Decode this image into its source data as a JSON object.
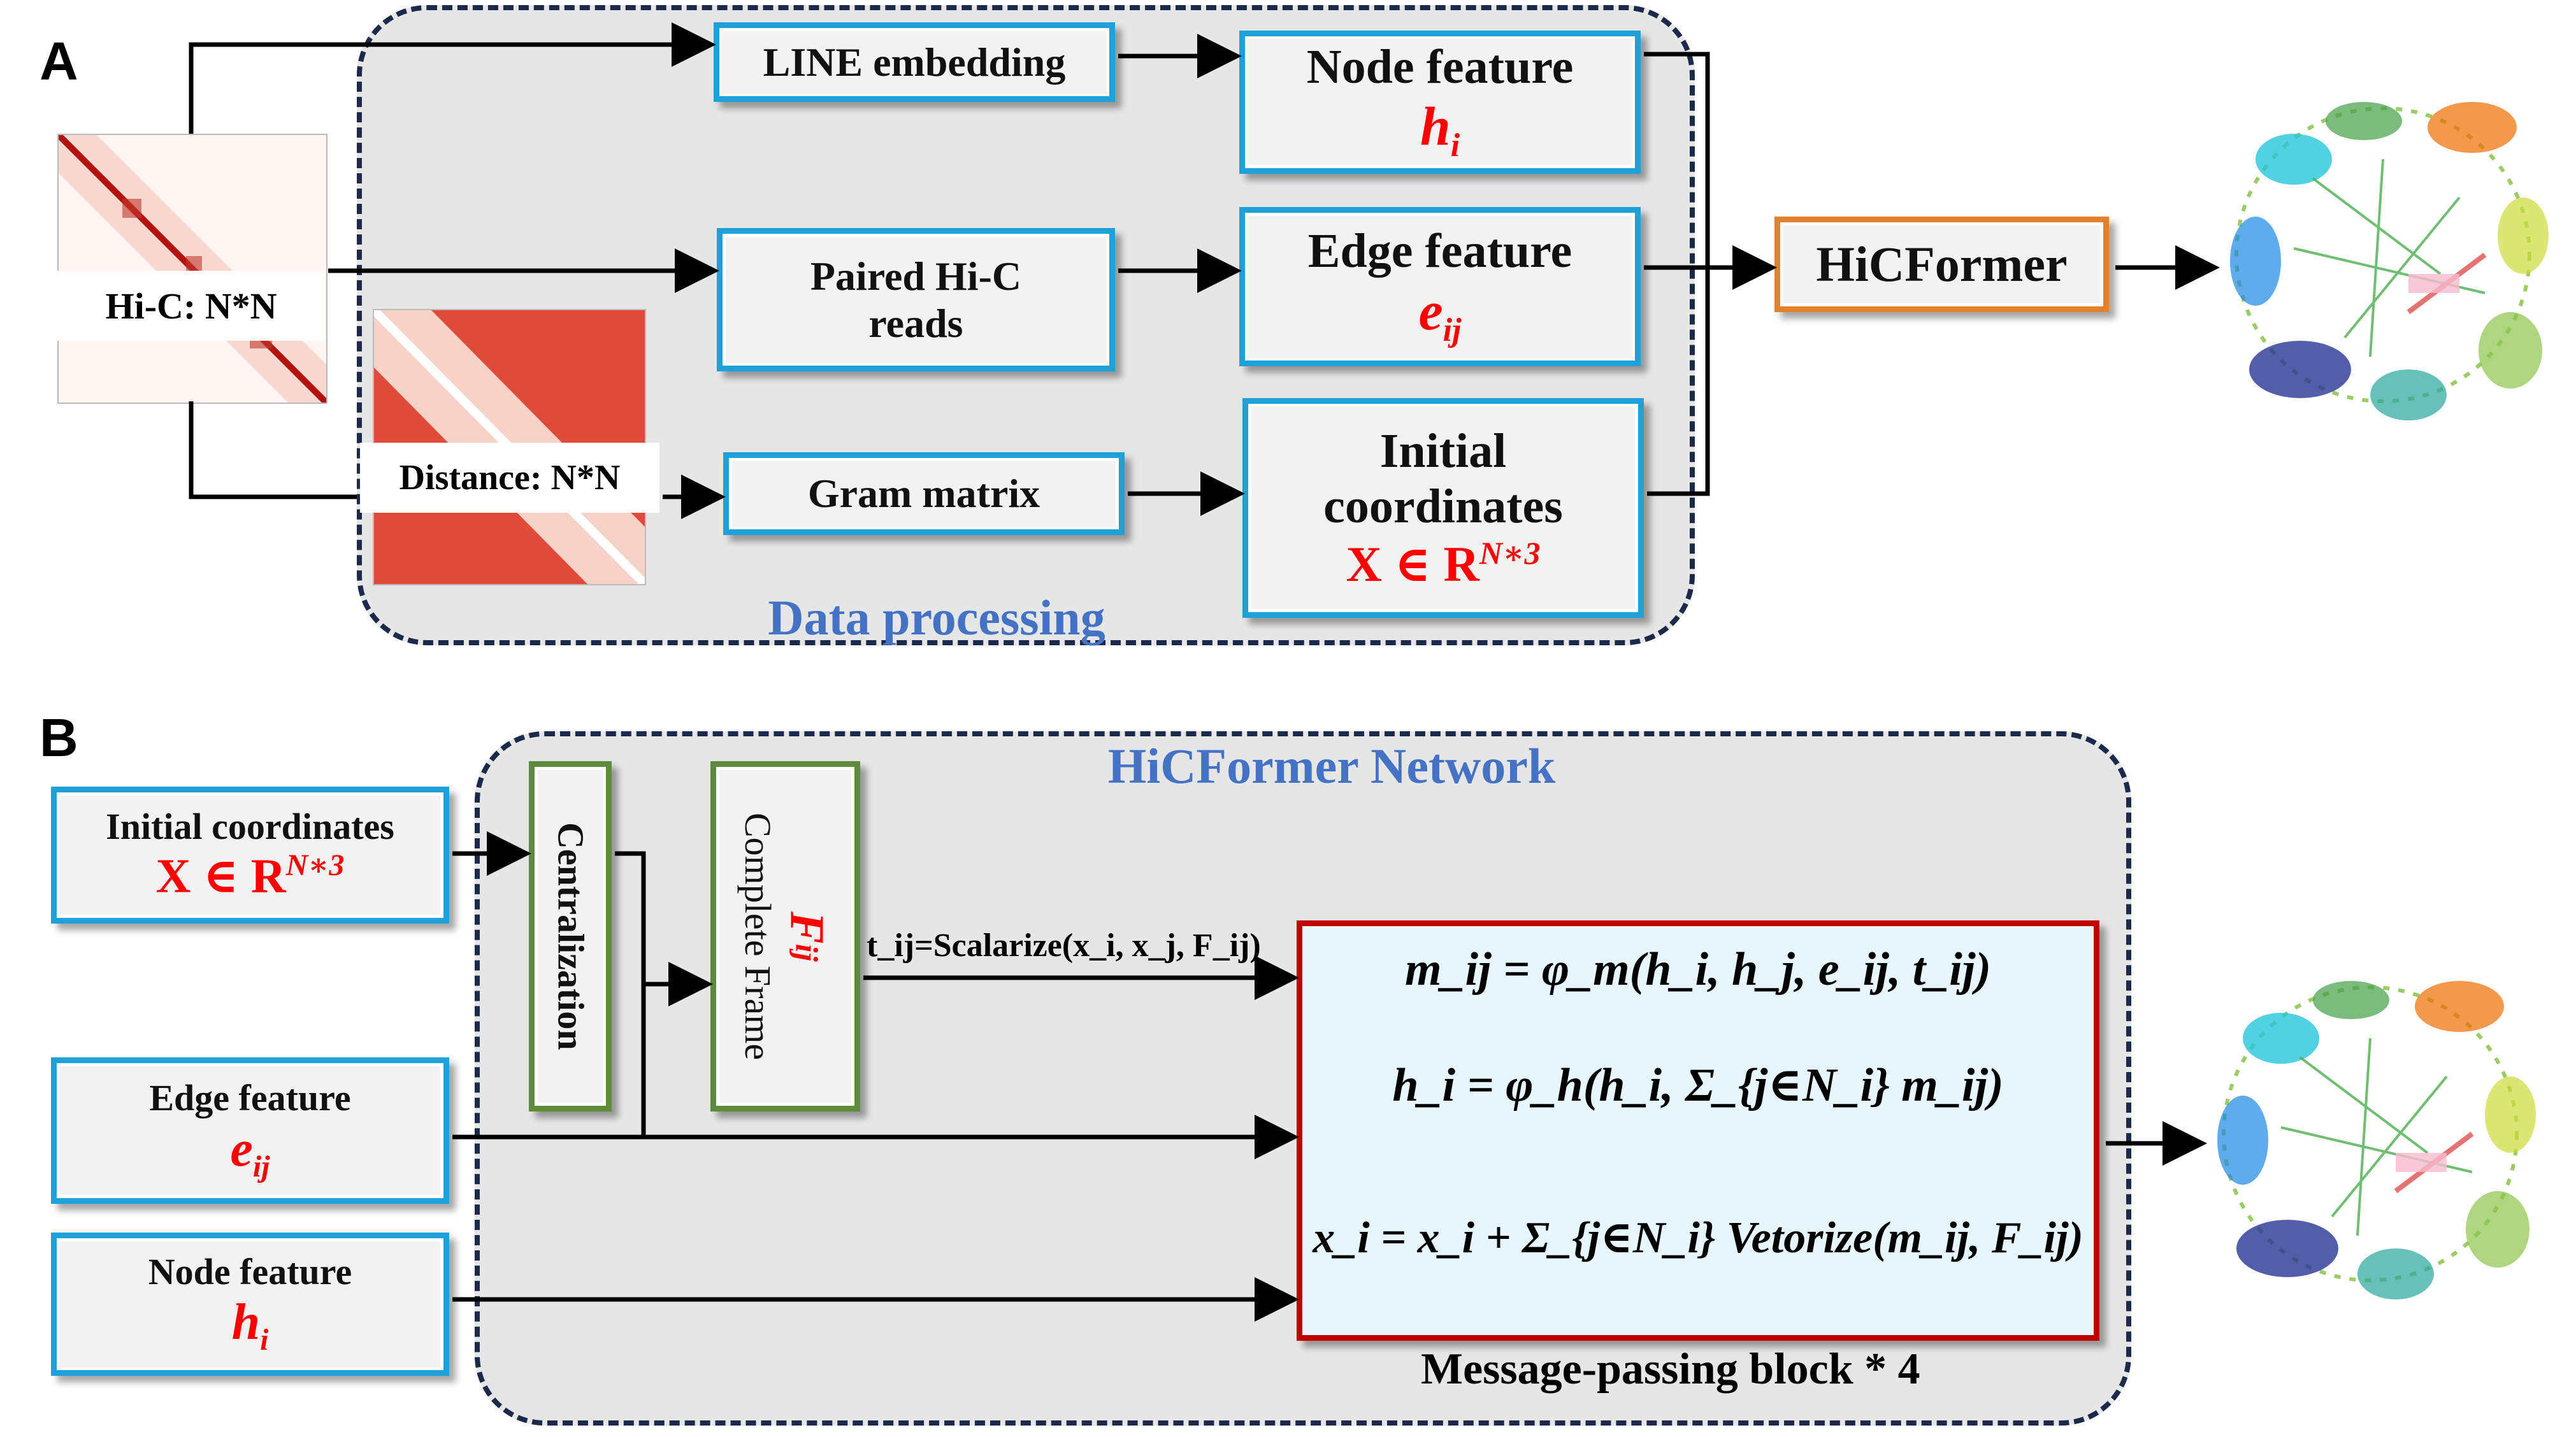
{
  "panels": {
    "a": "A",
    "b": "B"
  },
  "panel_a": {
    "region_label": "Data processing",
    "hic_label": "Hi-C: N*N",
    "distance_label": "Distance: N*N",
    "line_embedding": "LINE embedding",
    "paired_reads_line1": "Paired Hi-C",
    "paired_reads_line2": "reads",
    "gram_matrix": "Gram matrix",
    "node_feature_title": "Node feature",
    "node_feature_symbol": "h",
    "node_feature_sub": "i",
    "edge_feature_title": "Edge feature",
    "edge_feature_symbol": "e",
    "edge_feature_sub": "ij",
    "initial_coords_line1": "Initial",
    "initial_coords_line2": "coordinates",
    "initial_coords_math": "X ∈ R",
    "initial_coords_sup": "N∗3",
    "hicformer": "HiCFormer"
  },
  "panel_b": {
    "region_label": "HiCFormer Network",
    "initial_coords_title": "Initial coordinates",
    "initial_coords_math": "X ∈ R",
    "initial_coords_sup": "N∗3",
    "edge_feature_title": "Edge feature",
    "edge_feature_symbol": "e",
    "edge_feature_sub": "ij",
    "node_feature_title": "Node feature",
    "node_feature_symbol": "h",
    "node_feature_sub": "i",
    "centralization": "Centralization",
    "complete_frame": "Complete Frame",
    "frame_symbol": "F",
    "frame_sub": "ij",
    "scalarize_label": "t_ij=Scalarize(x_i, x_j, F_ij)",
    "eq1": "m_ij = φ_m(h_i, h_j, e_ij, t_ij)",
    "eq2": "h_i = φ_h(h_i, Σ_{j∈N_i} m_ij)",
    "eq3": "x_i = x_i + Σ_{j∈N_i} Vetorize(m_ij, F_ij)",
    "block_label": "Message-passing block * 4"
  },
  "colors": {
    "cyan_border": "#1fa0d8",
    "orange_border": "#e2822e",
    "green_border": "#5f8a3a",
    "red_border": "#c00000",
    "region_label": "#4472c4",
    "highlight": "#ff0000"
  }
}
